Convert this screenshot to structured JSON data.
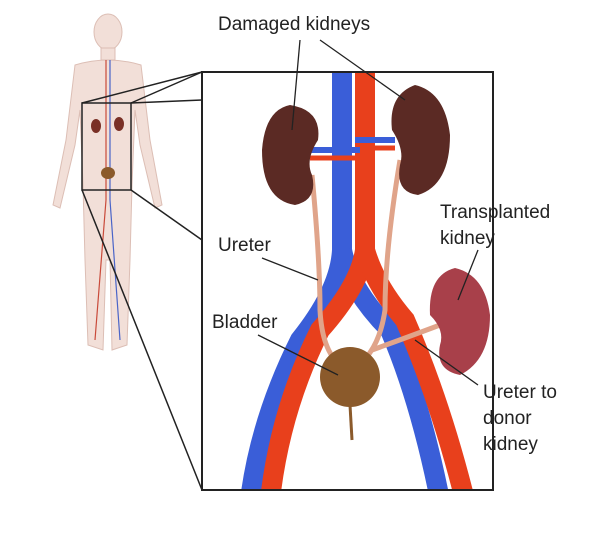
{
  "labels": {
    "damaged_kidneys": "Damaged kidneys",
    "transplanted_kidney_line1": "Transplanted",
    "transplanted_kidney_line2": "kidney",
    "ureter": "Ureter",
    "bladder": "Bladder",
    "ureter_donor_line1": "Ureter to",
    "ureter_donor_line2": "donor",
    "ureter_donor_line3": "kidney"
  },
  "colors": {
    "artery": "#e8401c",
    "vein": "#3a5ed8",
    "damaged_kidney": "#5b2a24",
    "transplanted_kidney": "#a8404a",
    "bladder": "#8b5a2b",
    "ureter": "#e0a48a",
    "body": "#f1dcd4"
  }
}
